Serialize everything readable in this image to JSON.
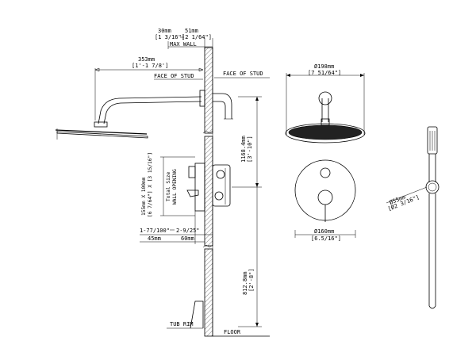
{
  "dims": {
    "stud_depth_top": "30mm",
    "stud_depth_top_in": "[1 3/16\"]",
    "max_wall_mm": "51mm",
    "max_wall_in": "[2 1/64\"]",
    "max_wall": "MAX WALL",
    "arm_length_mm": "353mm",
    "arm_length_in": "[1'-1 7/8']",
    "face_of_stud_left": "FACE OF STUD",
    "face_of_stud_right": "FACE OF STUD",
    "head_dia_mm": "Ø198mm",
    "head_dia_in": "[7 51/64\"]",
    "height_arm_mm": "1168.4mm",
    "height_arm_in": "[3'-10\"]",
    "opening_1": "155mm X 100mm",
    "opening_2": "[6 7/64\"] X [3 15/16\"]",
    "opening_3": "Total Size",
    "opening_4": "WALL OPENING",
    "depth_min_in": "1-77/100\"",
    "depth_max_in": "2-9/25\"",
    "depth_min_mm": "45mm",
    "depth_max_mm": "60mm",
    "plate_dia_mm": "Ø160mm",
    "plate_dia_in": "[6.5/16\"]",
    "hand_dia_mm": "Ø55mm",
    "hand_dia_in": "[Ø2 3/16\"]",
    "height_valve_mm": "812.8mm",
    "height_valve_in": "[2'-8\"]",
    "tub_rim": "TUB RIM",
    "floor": "FLOOR"
  }
}
